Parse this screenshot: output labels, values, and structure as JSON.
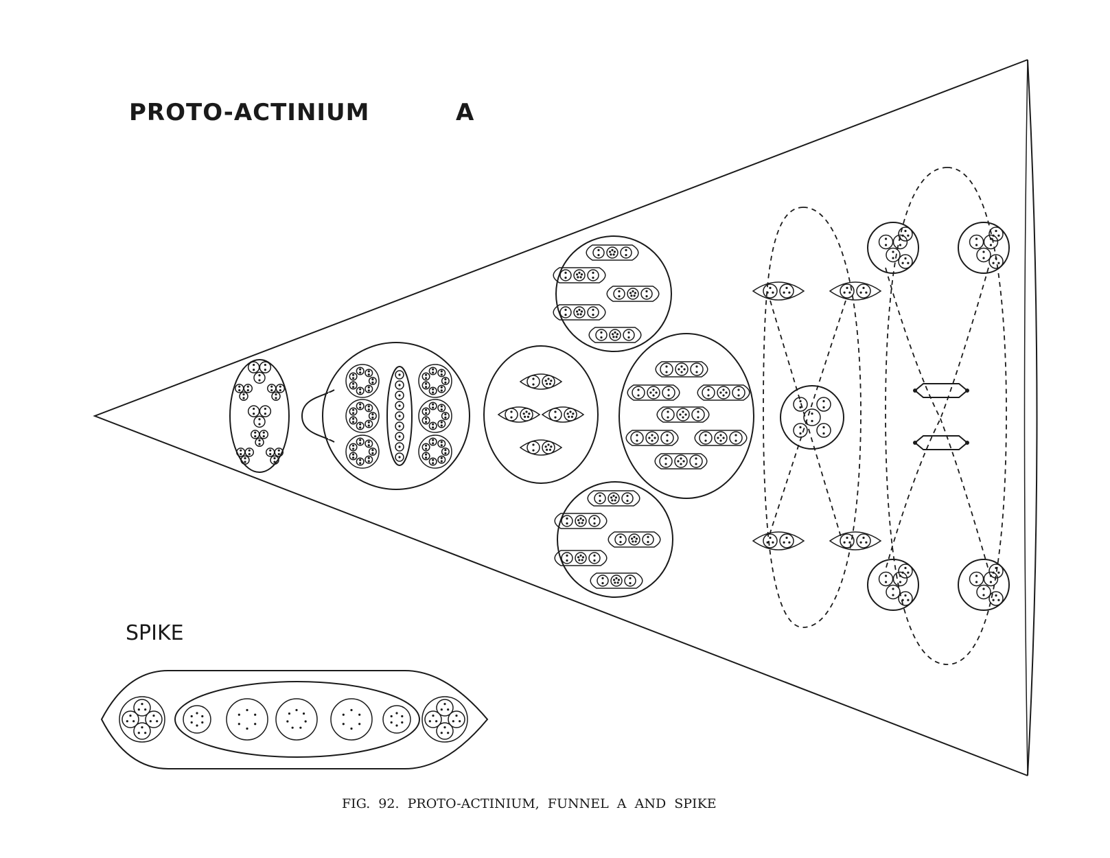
{
  "labels": {
    "main_title": "PROTO-ACTINIUM",
    "funnel_letter": "A",
    "spike_label": "SPIKE",
    "caption": "FIG.  92.  PROTO-ACTINIUM,  FUNNEL  A  AND  SPIKE"
  },
  "colors": {
    "ink": "#1a1a1a",
    "paper": "#ffffff"
  }
}
